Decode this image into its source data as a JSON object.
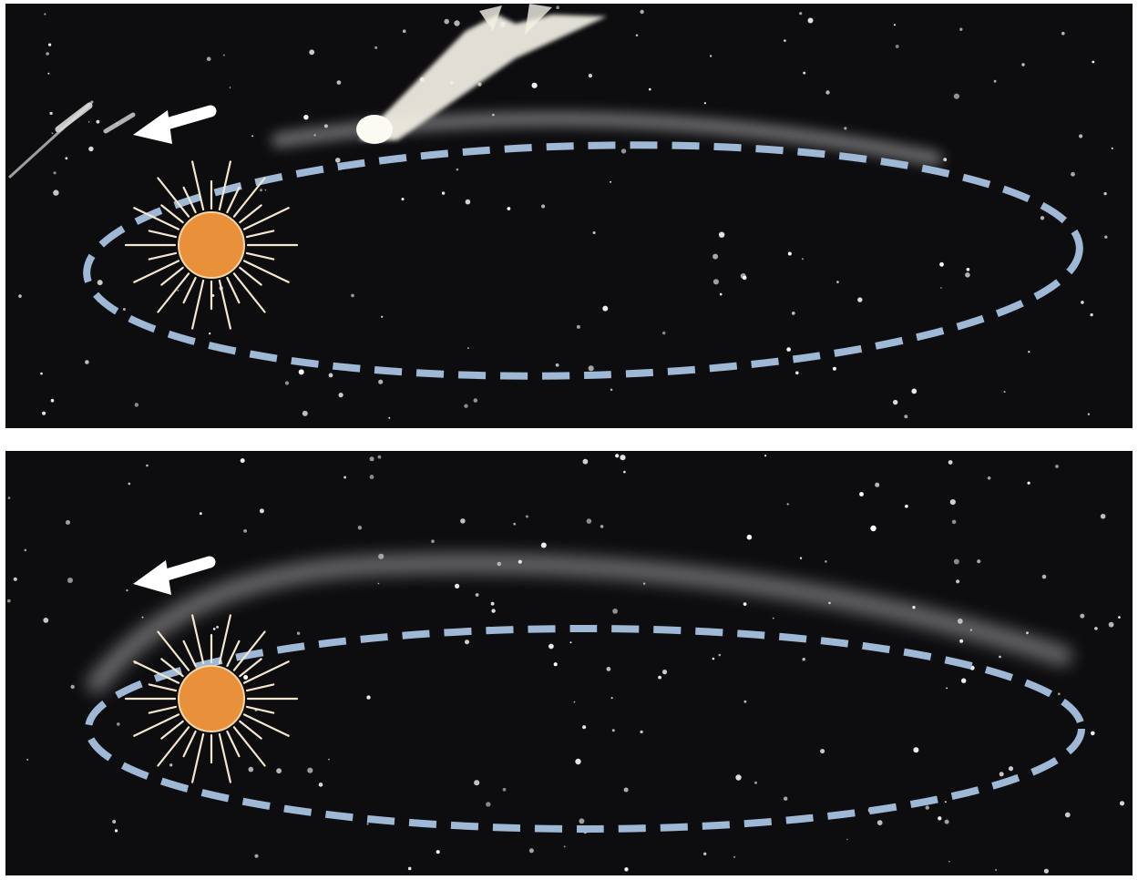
{
  "figure": {
    "panels": [
      {
        "id": "top",
        "elements": [
          "comet",
          "sun",
          "orbit",
          "meteor-stream",
          "direction-arrow",
          "stars"
        ]
      },
      {
        "id": "bottom",
        "elements": [
          "sun",
          "orbit",
          "meteor-stream",
          "direction-arrow",
          "stars"
        ]
      }
    ],
    "colors": {
      "sky": "#0d0d10",
      "orbit": "#9fb8d6",
      "sun": "#e8903a",
      "sun_rays": "#f3e7cf",
      "comet": "#f4f1e6",
      "stream": "#bdbdbd",
      "stars": "#ffffff"
    }
  }
}
